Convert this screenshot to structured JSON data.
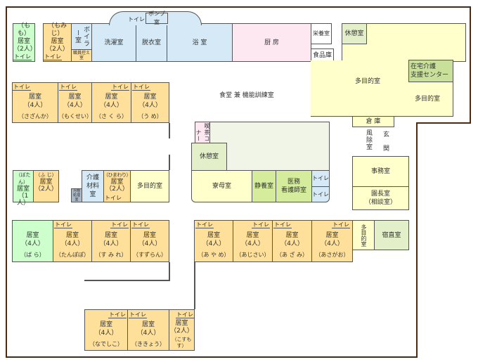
{
  "common": {
    "toilet": "トイレ",
    "room": "居室",
    "cap4": "（4人）",
    "cap2": "（2人）",
    "cap1": "（1人）"
  },
  "top": {
    "momo": "（も も）",
    "momiji": "（もみじ）",
    "boiler": "ボイラー室",
    "staff": "職員控え室",
    "laundry": "洗濯室",
    "dressing": "脱衣室",
    "bath": "浴 室",
    "pump": "ポンプ室",
    "kitchen": "厨 房",
    "nutrition": "栄養室",
    "food_storage": "食品庫",
    "break": "休憩室"
  },
  "east": {
    "multi1": "多目的室",
    "multi2": "多目的室",
    "support_line1": "在宅介護",
    "support_line2": "支援センター",
    "storage": "倉 庫",
    "windbreak": "風除室",
    "entrance": "玄 関",
    "office": "事務室",
    "director": "園長室",
    "consult": "（相談室）"
  },
  "center": {
    "dining": "食堂 兼 機能訓練室",
    "tea": "喫茶コーナー",
    "lounge_break": "休憩室",
    "matron": "寮母室",
    "rest": "静養室",
    "medical_line1": "医務",
    "medical_line2": "看護師室"
  },
  "row2": [
    "（さざんか）",
    "（もくせい）",
    "（さ く ら）",
    "（う め）"
  ],
  "row3": {
    "botan": "（ぼたん）",
    "fuji": "（ふ じ）",
    "care_supply": "介護材料室",
    "soil": "汚物処理室",
    "himawari": "（ひまわり）",
    "multi": "多目的室"
  },
  "row4": [
    "（ば ら）",
    "（たんぽぽ）",
    "（す み れ）",
    "（すずらん）"
  ],
  "row4r": [
    "（あ や め）",
    "（あじさい）",
    "（あ ざ み）",
    "（あさがお）"
  ],
  "row4r_extra": {
    "multi": "多目的室",
    "night": "宿直室"
  },
  "bottom": [
    "（なでしこ）",
    "（ききょう）",
    "（こすもす）"
  ]
}
